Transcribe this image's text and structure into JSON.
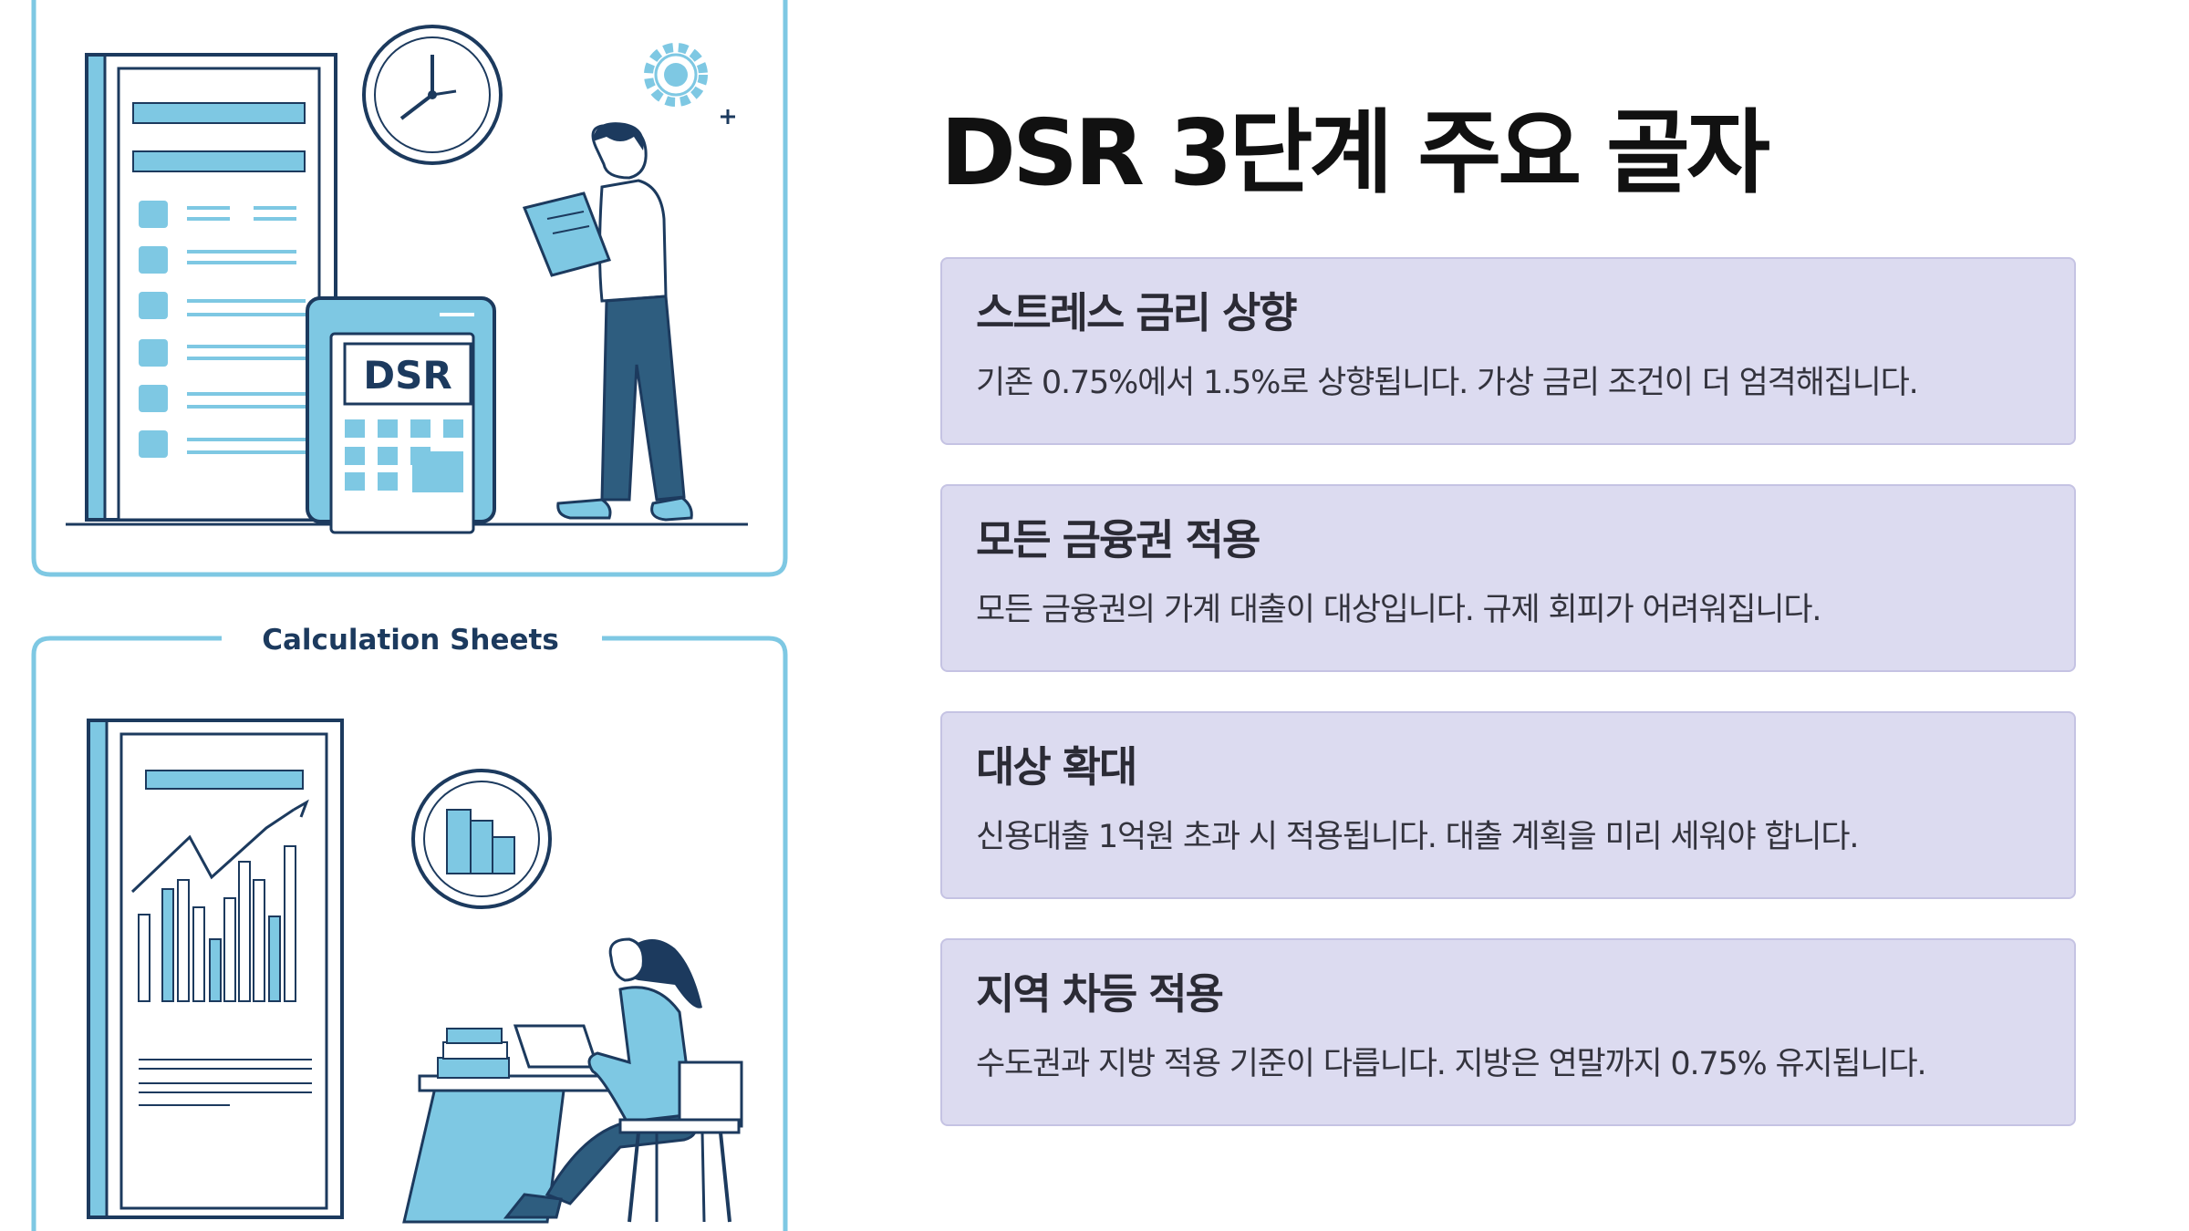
{
  "title": "DSR 3단계 주요 골자",
  "illustrations": {
    "top": {
      "calculator_label": "DSR"
    },
    "bottom": {
      "caption": "Calculation Sheets"
    }
  },
  "cards": [
    {
      "title": "스트레스 금리 상향",
      "desc": "기존 0.75%에서 1.5%로 상향됩니다. 가상 금리 조건이 더 엄격해집니다."
    },
    {
      "title": "모든 금융권 적용",
      "desc": "모든 금융권의 가계 대출이 대상입니다. 규제 회피가 어려워집니다."
    },
    {
      "title": "대상 확대",
      "desc": "신용대출 1억원 초과 시 적용됩니다. 대출 계획을 미리 세워야 합니다."
    },
    {
      "title": "지역 차등 적용",
      "desc": "수도권과 지방 적용 기준이 다릅니다. 지방은 연말까지 0.75% 유지됩니다."
    }
  ],
  "colors": {
    "accent_blue": "#7ec8e3",
    "navy": "#1c3a5e",
    "card_bg": "#dcdbf0",
    "card_border": "#c5c3e3"
  }
}
